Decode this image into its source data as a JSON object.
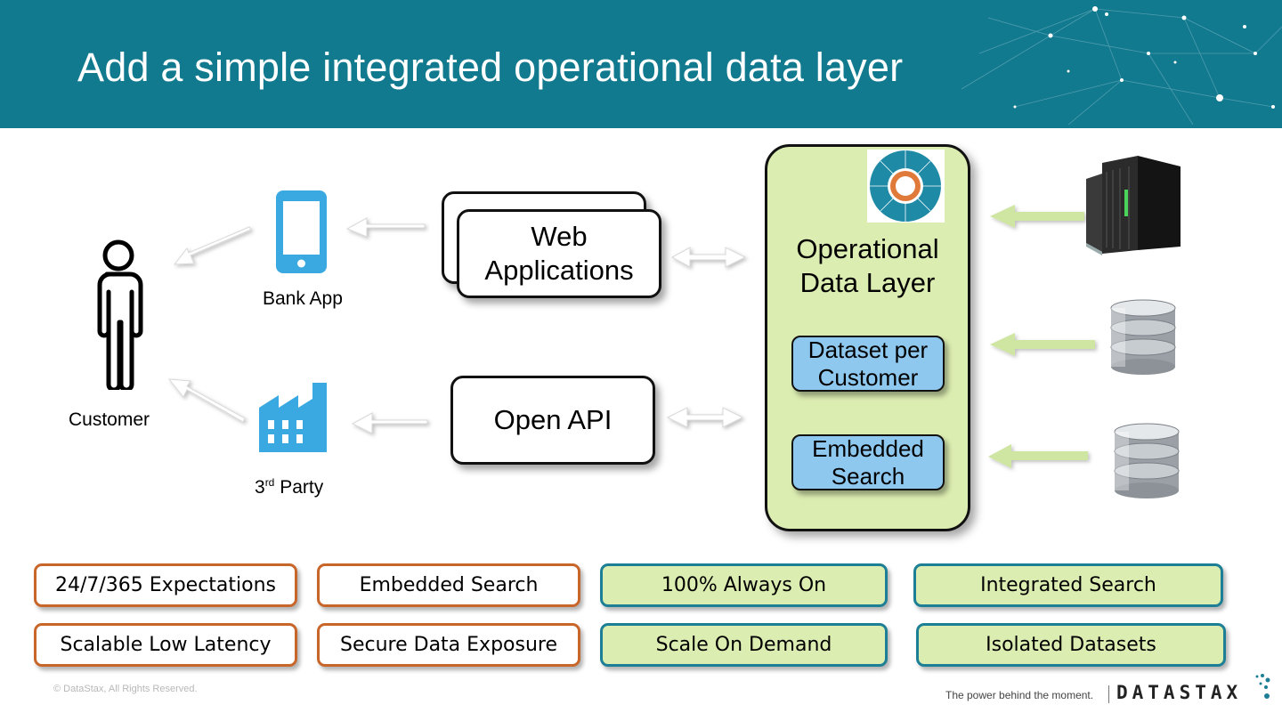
{
  "header": {
    "title": "Add a simple integrated operational data layer"
  },
  "diagram": {
    "customer_label": "Customer",
    "bank_app_label": "Bank App",
    "third_party_label_num": "3",
    "third_party_label_sup": "rd",
    "third_party_label_rest": " Party",
    "web_apps_line1": "Web",
    "web_apps_line2": "Applications",
    "open_api_label": "Open API",
    "odl_title_line1": "Operational",
    "odl_title_line2": "Data Layer",
    "dataset_line1": "Dataset per",
    "dataset_line2": "Customer",
    "embedded_line1": "Embedded",
    "embedded_line2": "Search"
  },
  "tags": {
    "row1": [
      "24/7/365 Expectations",
      "Embedded Search",
      "100% Always On",
      "Integrated Search"
    ],
    "row2": [
      "Scalable Low Latency",
      "Secure Data Exposure",
      "Scale On Demand",
      "Isolated Datasets"
    ]
  },
  "footer": {
    "copyright": "© DataStax, All Rights Reserved.",
    "tagline": "The power behind the moment.",
    "brand": "DATASTAX"
  },
  "colors": {
    "header_bg": "#127a8f",
    "odl_fill": "#dcedb1",
    "sub_box_fill": "#8ec8ef",
    "orange_border": "#c8662a",
    "teal_border": "#1d7f96",
    "icon_blue": "#3aa9e2",
    "arrow_fill": "#cfe6a3"
  }
}
